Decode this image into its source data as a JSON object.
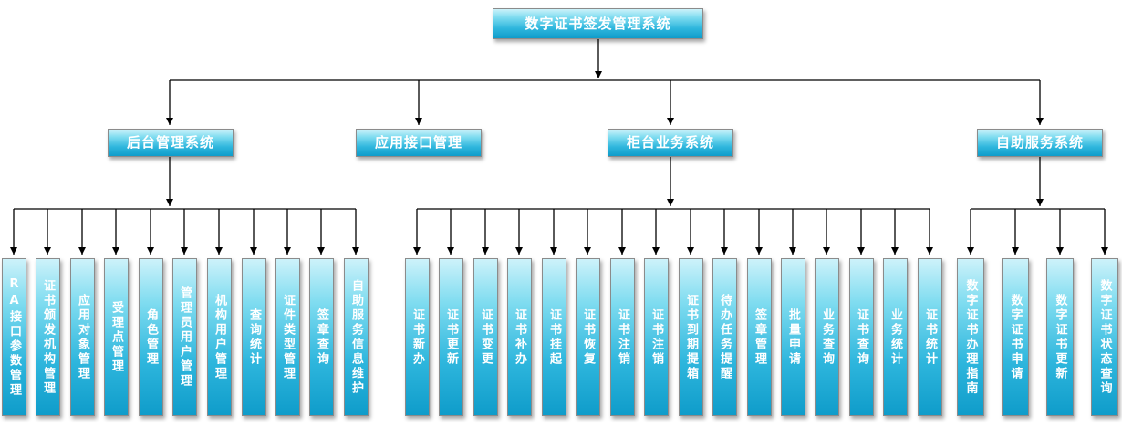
{
  "title": {
    "label": "数字证书签发管理系统"
  },
  "colors": {
    "node_gradient_top": "#cdf2fa",
    "node_gradient_bottom": "#0f9cca",
    "node_border": "#8b8b8b",
    "node_text": "#ffffff",
    "connector": "#000000",
    "background": "#ffffff"
  },
  "groups": [
    {
      "label": "后台管理系统",
      "children": [
        "RA接口参数管理",
        "证书颁发机构管理",
        "应用对象管理",
        "受理点管理",
        "角色管理",
        "管理员用户管理",
        "机构用户管理",
        "查询统计",
        "证件类型管理",
        "签章查询",
        "自助服务信息维护"
      ]
    },
    {
      "label": "应用接口管理",
      "children": []
    },
    {
      "label": "柜台业务系统",
      "children": [
        "证书新办",
        "证书更新",
        "证书变更",
        "证书补办",
        "证书挂起",
        "证书恢复",
        "证书注销",
        "证书注销",
        "证书到期提箱",
        "待办任务提醒",
        "签章管理",
        "批量申请",
        "业务查询",
        "证书查询",
        "业务统计",
        "证书统计"
      ]
    },
    {
      "label": "自助服务系统",
      "children": [
        "数字证书办理指南",
        "数字证书申请",
        "数字证书更新",
        "数字证书状态查询"
      ]
    }
  ]
}
